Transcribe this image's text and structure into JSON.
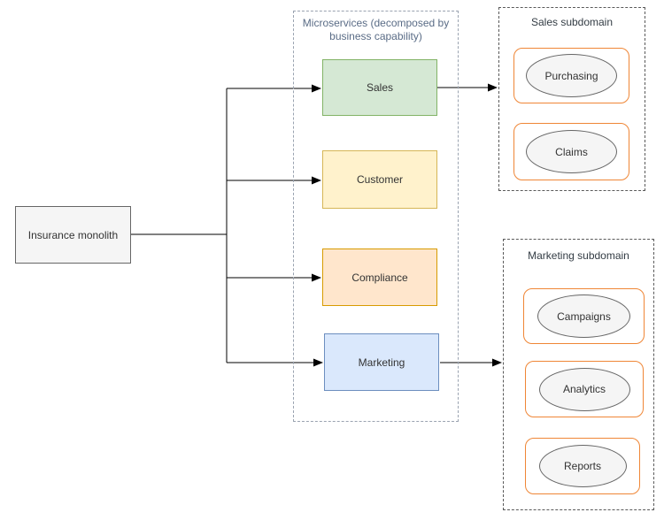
{
  "diagram": {
    "monolith": {
      "label": "Insurance monolith",
      "fill": "#f5f5f5",
      "stroke": "#666666"
    },
    "microservices_group": {
      "label": "Microservices (decomposed by business capability)",
      "border_style": "dashed",
      "label_color": "#5a6c86"
    },
    "services": [
      {
        "label": "Sales",
        "fill": "#d5e8d4",
        "stroke": "#82b366"
      },
      {
        "label": "Customer",
        "fill": "#fff2cc",
        "stroke": "#d6b656"
      },
      {
        "label": "Compliance",
        "fill": "#ffe6cc",
        "stroke": "#d79b00"
      },
      {
        "label": "Marketing",
        "fill": "#dae8fc",
        "stroke": "#6c8ebf"
      }
    ],
    "sales_subdomain": {
      "title": "Sales subdomain",
      "items": [
        "Purchasing",
        "Claims"
      ],
      "capability_border": "#ef8636",
      "ellipse_fill": "#f5f5f5",
      "ellipse_stroke": "#666666"
    },
    "marketing_subdomain": {
      "title": "Marketing subdomain",
      "items": [
        "Campaigns",
        "Analytics",
        "Reports"
      ],
      "capability_border": "#ef8636",
      "ellipse_fill": "#f5f5f5",
      "ellipse_stroke": "#666666"
    },
    "edges": [
      {
        "from": "Insurance monolith",
        "to": "Sales"
      },
      {
        "from": "Insurance monolith",
        "to": "Customer"
      },
      {
        "from": "Insurance monolith",
        "to": "Compliance"
      },
      {
        "from": "Insurance monolith",
        "to": "Marketing"
      },
      {
        "from": "Sales",
        "to": "Sales subdomain"
      },
      {
        "from": "Marketing",
        "to": "Marketing subdomain"
      }
    ],
    "edge_color": "#000000"
  }
}
